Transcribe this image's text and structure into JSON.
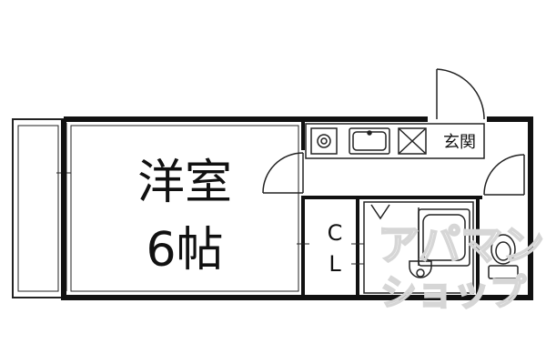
{
  "rooms": {
    "western_room": {
      "name": "洋室",
      "size": "6帖"
    },
    "closet": {
      "line1": "C",
      "line2": "L"
    },
    "entrance": {
      "label": "玄関"
    }
  },
  "watermark": {
    "line1": "アパマン",
    "line2": "ショップ"
  },
  "colors": {
    "wall": "#111111",
    "line": "#222222",
    "fixture": "#333333",
    "watermark": "#d6d6d6"
  }
}
